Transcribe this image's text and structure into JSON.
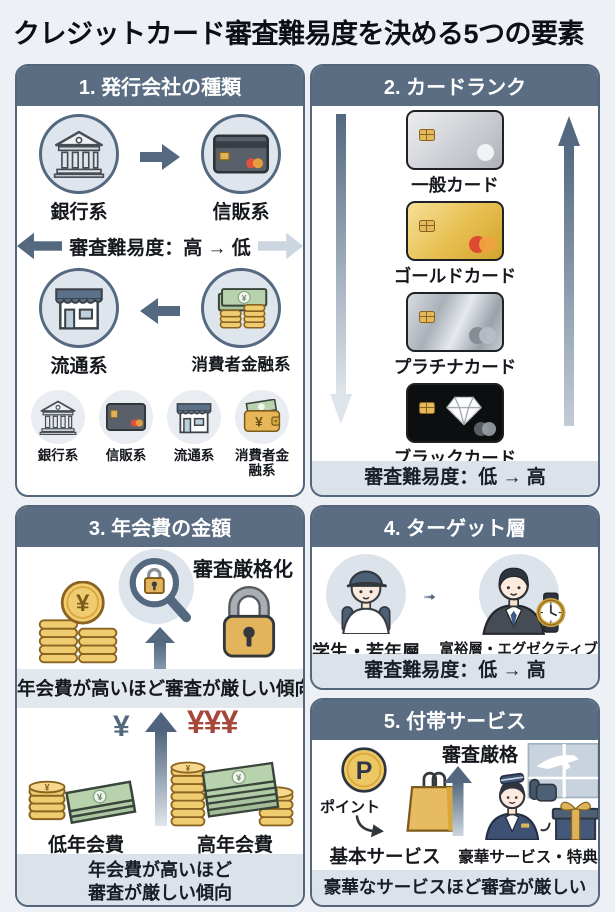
{
  "title": "クレジットカード審査難易度を決める5つの要素",
  "symbols": {
    "yen": "¥",
    "yen_triple": "¥¥¥",
    "point": "P"
  },
  "colors": {
    "page_bg": "#edf1f5",
    "panel_header_bg": "#5a6d83",
    "panel_footer_bg": "#dbe2ea",
    "accent_dark": "#54687f",
    "accent_light": "#ccd6e0",
    "gold": "#e9c465",
    "green_bill": "#b9d2ae",
    "red_yen": "#a6473c"
  },
  "panels": {
    "issuer": {
      "title": "1. 発行会社の種類",
      "bank_label": "銀行系",
      "shinpan_label": "信販系",
      "difficulty_band": "審査難易度：高 → 低",
      "distribution_label": "流通系",
      "consumer_label": "消費者金融系",
      "mini_icons": [
        {
          "label": "銀行系"
        },
        {
          "label": "信販系"
        },
        {
          "label": "流通系"
        },
        {
          "label": "消費者金融系"
        }
      ]
    },
    "rank": {
      "title": "2. カードランク",
      "cards": [
        {
          "label": "一般カード"
        },
        {
          "label": "ゴールドカード"
        },
        {
          "label": "プラチナカード"
        },
        {
          "label": "ブラックカード"
        }
      ],
      "footer": "審査難易度：低 → 高"
    },
    "fee": {
      "title": "3. 年会費の金額",
      "strict_label": "審査厳格化",
      "mid_caption": "年会費が高いほど審査が厳しい傾向",
      "low_fee_label": "低年会費",
      "high_fee_label": "高年会費",
      "footer_line1": "年会費が高いほど",
      "footer_line2": "審査が厳しい傾向"
    },
    "target": {
      "title": "4. ターゲット層",
      "young_label": "学生・若年層",
      "rich_label": "富裕層・エグゼクティブ",
      "footer": "審査難易度：低 → 高"
    },
    "services": {
      "title": "5. 付帯サービス",
      "strict_label": "審査厳格",
      "point_label": "ポイント",
      "basic_label": "基本サービス",
      "luxury_label": "豪華サービス・特典",
      "footer": "豪華なサービスほど審査が厳しい"
    }
  }
}
